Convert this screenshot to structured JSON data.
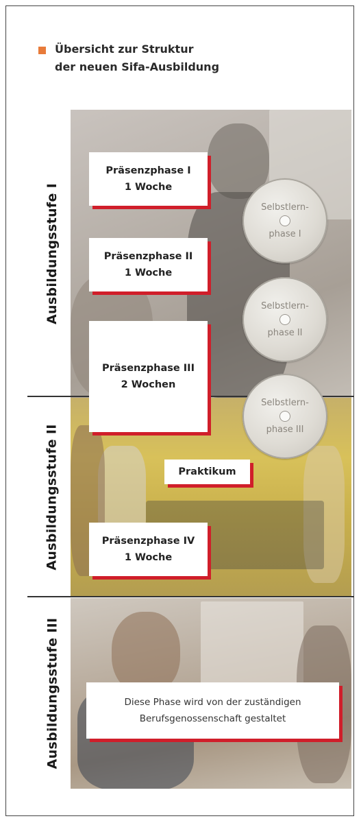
{
  "caption": {
    "line1": "Übersicht zur Struktur",
    "line2": "der neuen Sifa-Ausbildung"
  },
  "stages": [
    {
      "label": "Ausbildungsstufe I"
    },
    {
      "label": "Ausbildungsstufe II"
    },
    {
      "label": "Ausbildungsstufe III"
    }
  ],
  "phases": {
    "p1": {
      "title": "Präsenzphase I",
      "duration": "1 Woche"
    },
    "p2": {
      "title": "Präsenzphase II",
      "duration": "1 Woche"
    },
    "p3": {
      "title": "Präsenzphase III",
      "duration": "2 Wochen"
    },
    "praktikum": {
      "title": "Praktikum"
    },
    "p4": {
      "title": "Präsenzphase IV",
      "duration": "1 Woche"
    },
    "stage3_note": {
      "line1": "Diese Phase wird von der zuständigen",
      "line2": "Berufsgenossenschaft gestaltet"
    }
  },
  "self_study": [
    {
      "line1": "Selbstlern-",
      "line2": "phase I"
    },
    {
      "line1": "Selbstlern-",
      "line2": "phase II"
    },
    {
      "line1": "Selbstlern-",
      "line2": "phase III"
    }
  ],
  "colors": {
    "accent": "#d01e2a",
    "bullet": "#e87b3a"
  }
}
